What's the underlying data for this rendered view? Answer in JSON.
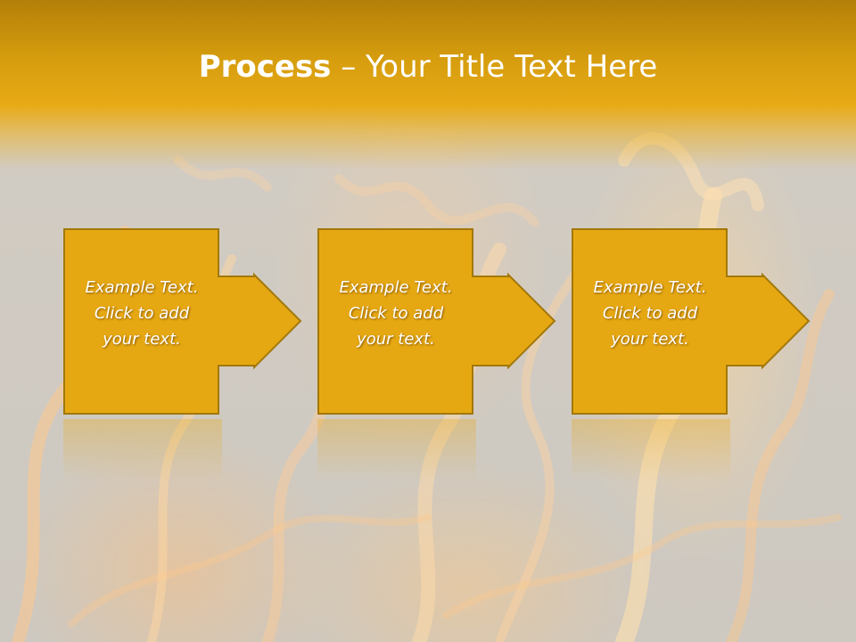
{
  "slide": {
    "title_bold": "Process",
    "title_rest": " – Your Title Text Here",
    "colors": {
      "header": "#e8aa16",
      "box_fill": "#e6a812",
      "box_stroke": "#a2780a",
      "text": "#ffffff"
    },
    "steps": [
      {
        "line1": "Example Text.",
        "line2": "Click  to add",
        "line3": "your text."
      },
      {
        "line1": "Example Text.",
        "line2": "Click  to add",
        "line3": "your text."
      },
      {
        "line1": "Example Text.",
        "line2": "Click  to add",
        "line3": "your text."
      }
    ]
  }
}
